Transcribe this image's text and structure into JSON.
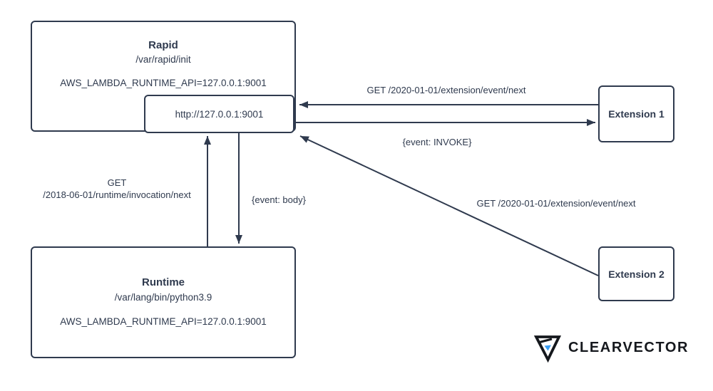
{
  "colors": {
    "stroke": "#2f3a4e",
    "text": "#2f3a4e",
    "logo_text": "#15181d",
    "logo_accent": "#3b9df2",
    "background": "#ffffff"
  },
  "nodes": {
    "rapid": {
      "title": "Rapid",
      "path": "/var/rapid/init",
      "env": "AWS_LAMBDA_RUNTIME_API=127.0.0.1:9001"
    },
    "endpoint": {
      "label": "http://127.0.0.1:9001"
    },
    "runtime": {
      "title": "Runtime",
      "path": "/var/lang/bin/python3.9",
      "env": "AWS_LAMBDA_RUNTIME_API=127.0.0.1:9001"
    },
    "extension1": {
      "title": "Extension 1"
    },
    "extension2": {
      "title": "Extension 2"
    }
  },
  "edges": {
    "ext1_get": {
      "label": "GET /2020-01-01/extension/event/next"
    },
    "ext1_invoke": {
      "label": "{event: INVOKE}"
    },
    "runtime_get": {
      "line1": "GET",
      "line2": "/2018-06-01/runtime/invocation/next"
    },
    "runtime_event": {
      "label": "{event: body}"
    },
    "ext2_get": {
      "label": "GET /2020-01-01/extension/event/next"
    }
  },
  "logo": {
    "text": "CLEARVECTOR"
  }
}
